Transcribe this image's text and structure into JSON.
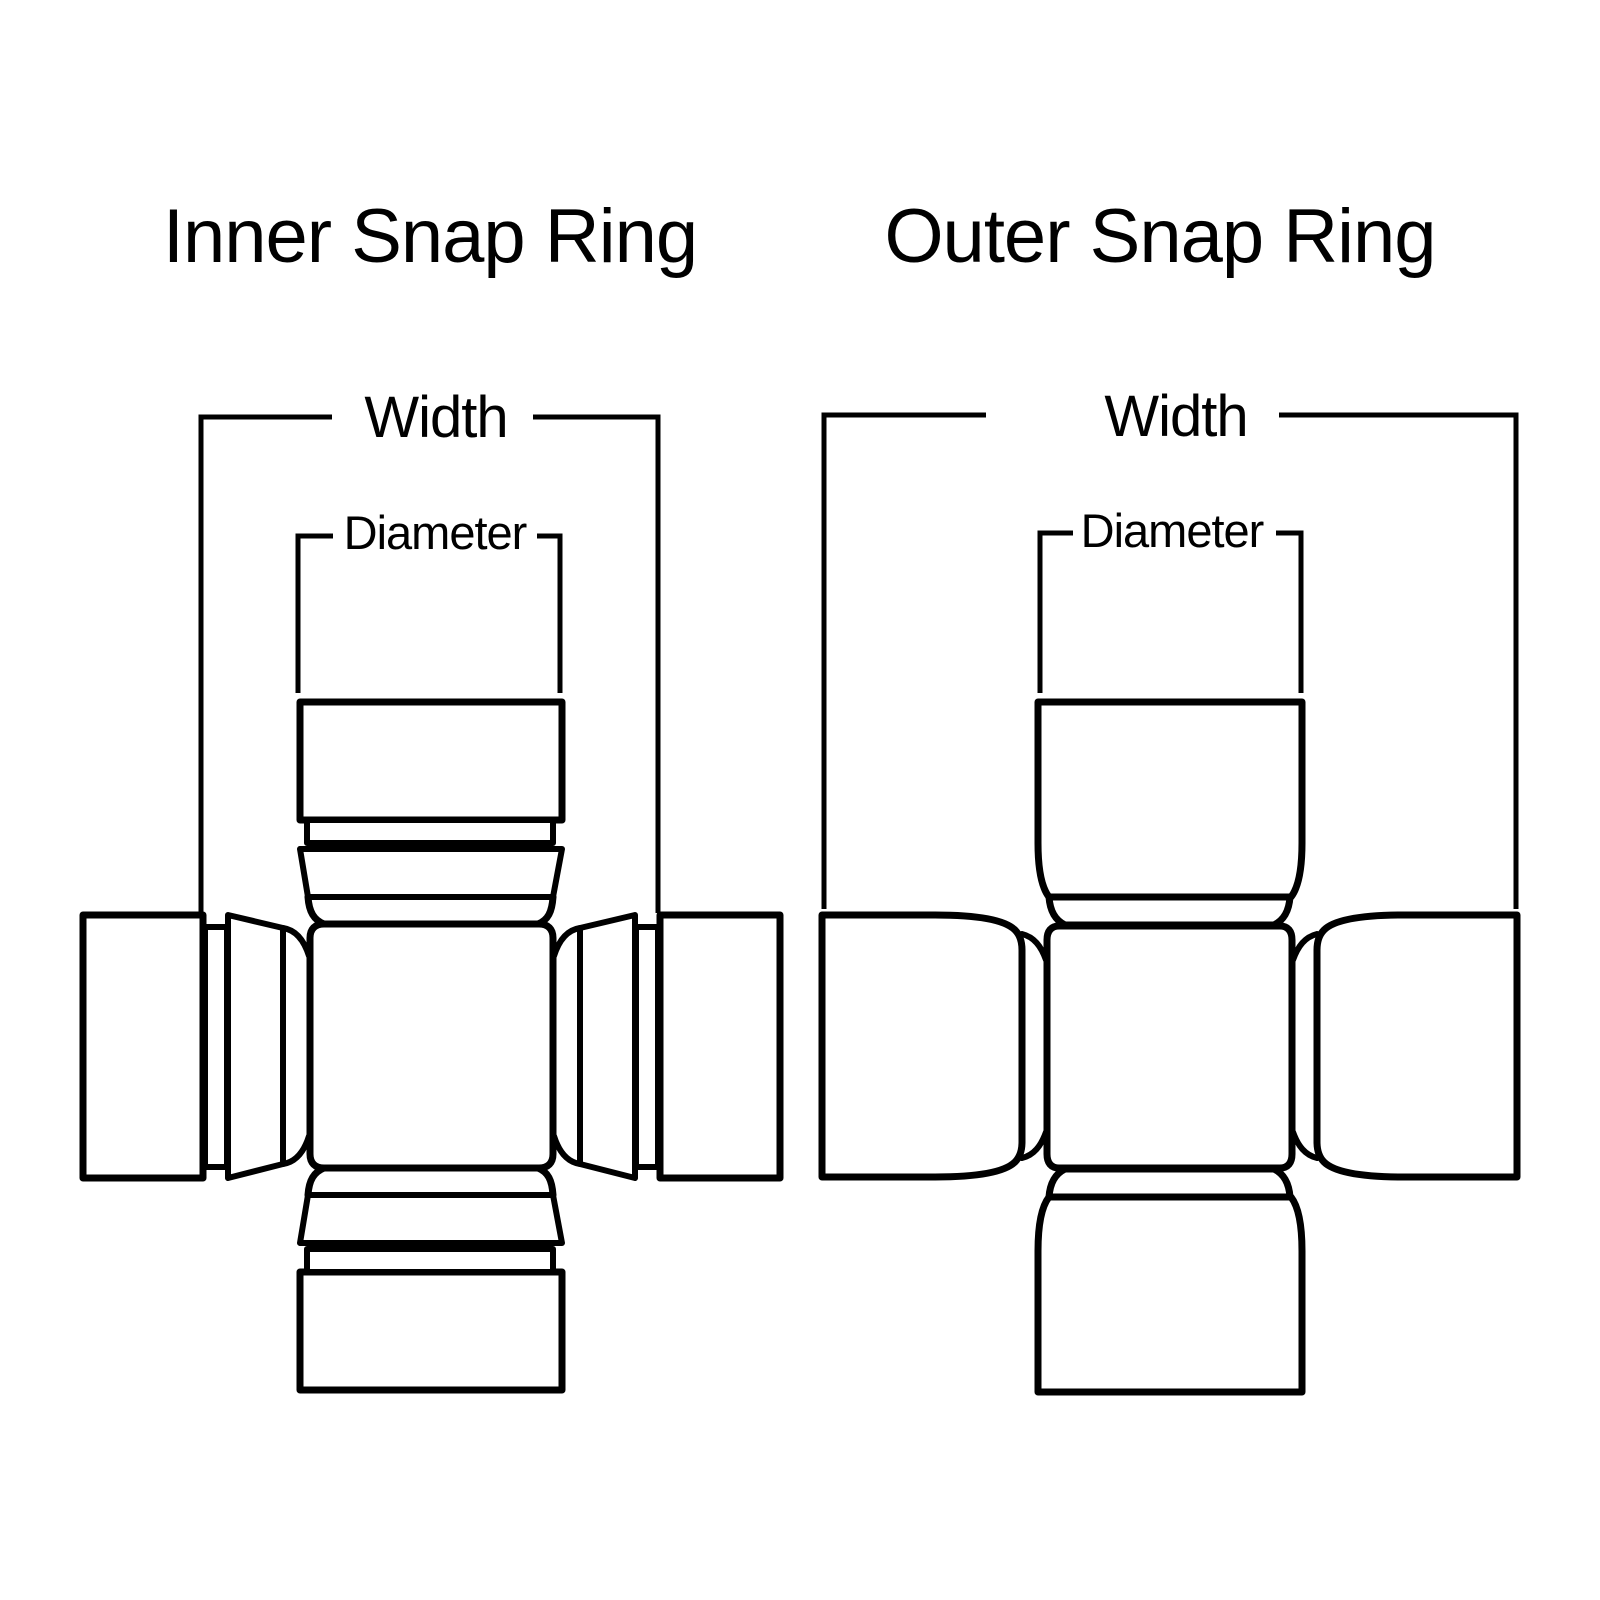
{
  "page": {
    "background_color": "#ffffff",
    "line_color": "#000000"
  },
  "diagrams": [
    {
      "id": "inner-snap-ring",
      "title": "Inner Snap Ring",
      "width_label": "Width",
      "diameter_label": "Diameter"
    },
    {
      "id": "outer-snap-ring",
      "title": "Outer Snap Ring",
      "width_label": "Width",
      "diameter_label": "Diameter"
    }
  ]
}
